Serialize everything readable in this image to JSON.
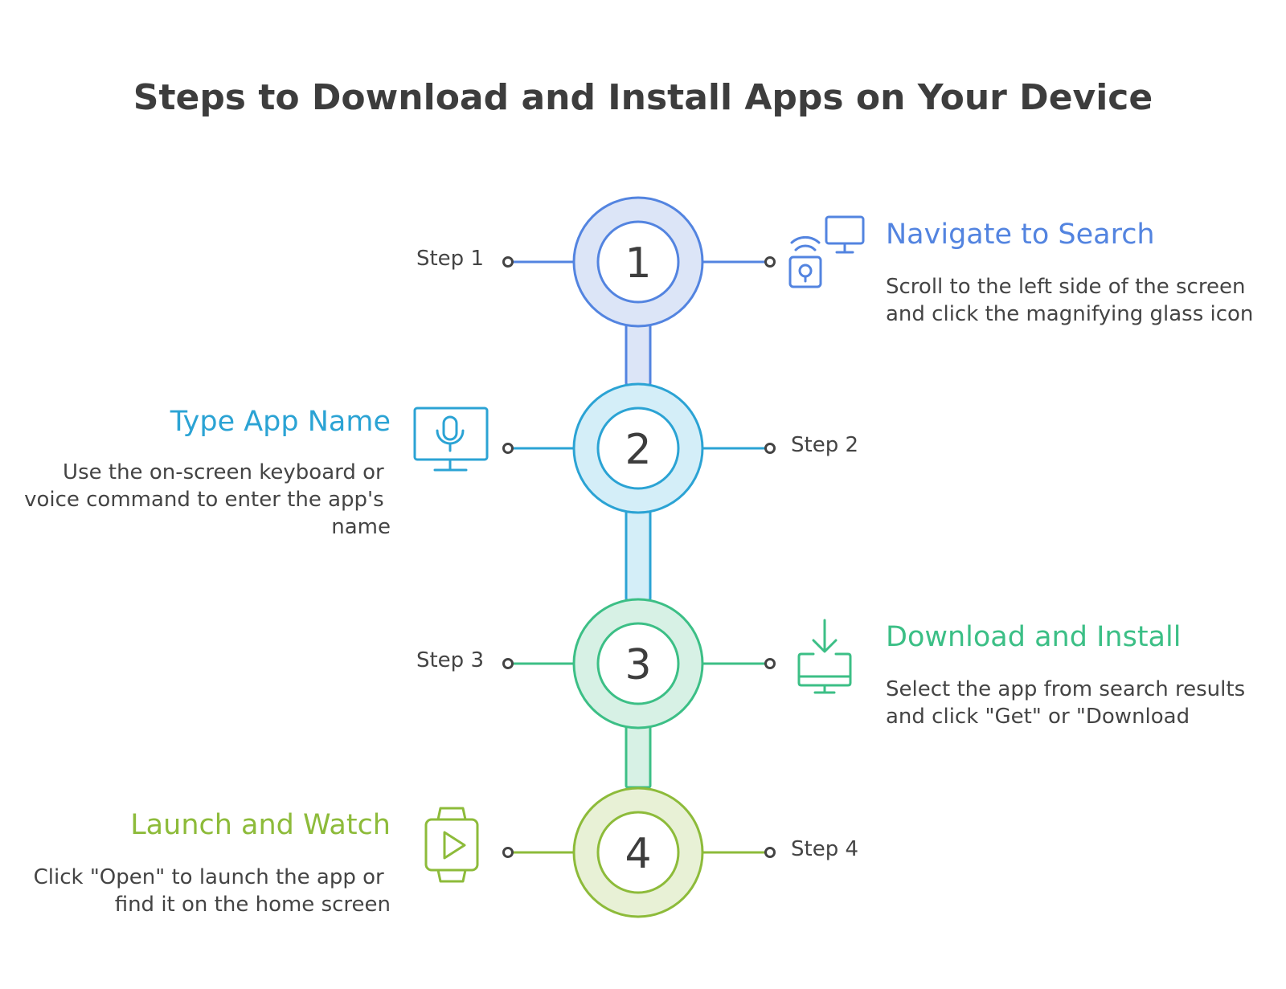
{
  "title": "Steps to Download and Install Apps on Your Device",
  "steps": [
    {
      "number": "1",
      "label": "Step 1",
      "heading": "Navigate to Search",
      "description": [
        "Scroll to the left side of the screen",
        "and click the magnifying glass icon"
      ],
      "icon": "smart-home-devices-icon",
      "color": "#5384e0",
      "fill": "#dce5f7"
    },
    {
      "number": "2",
      "label": "Step 2",
      "heading": "Type App Name",
      "description": [
        "Use the on-screen keyboard or",
        "voice command to enter the app's",
        "name"
      ],
      "icon": "monitor-microphone-icon",
      "color": "#2ba3d4",
      "fill": "#d4eef8"
    },
    {
      "number": "3",
      "label": "Step 3",
      "heading": "Download and Install",
      "description": [
        "Select the app from search results",
        "and click \"Get\" or \"Download"
      ],
      "icon": "monitor-download-icon",
      "color": "#3cbf86",
      "fill": "#d7f1e5"
    },
    {
      "number": "4",
      "label": "Step 4",
      "heading": "Launch and Watch",
      "description": [
        "Click \"Open\" to launch the app or",
        "find it on the home screen"
      ],
      "icon": "smartwatch-play-icon",
      "color": "#8dbb3a",
      "fill": "#e8f1d6"
    }
  ]
}
